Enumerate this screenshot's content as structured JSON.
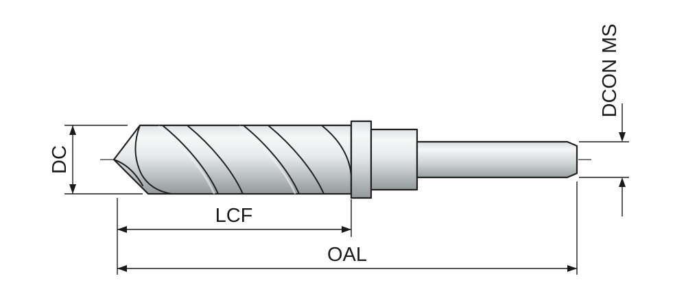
{
  "diagram": {
    "labels": {
      "dc": "DC",
      "lcf": "LCF",
      "oal": "OAL",
      "dcon": "DCON MS"
    },
    "colors": {
      "line": "#1a1a1a",
      "background": "#ffffff",
      "metal_light": "#f6f8f8",
      "metal_dark": "#939a9b"
    }
  }
}
